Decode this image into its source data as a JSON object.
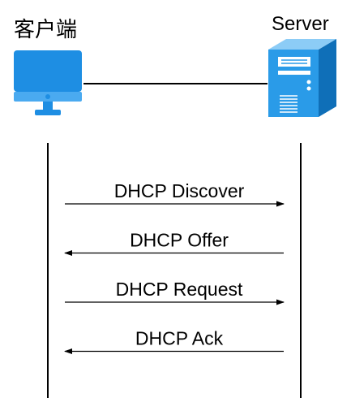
{
  "participants": {
    "client": {
      "label": "客户端",
      "icon": "monitor-icon"
    },
    "server": {
      "label": "Server",
      "icon": "server-tower-icon"
    }
  },
  "messages": [
    {
      "label": "DHCP Discover",
      "direction": "client-to-server"
    },
    {
      "label": "DHCP Offer",
      "direction": "server-to-client"
    },
    {
      "label": "DHCP Request",
      "direction": "client-to-server"
    },
    {
      "label": "DHCP Ack",
      "direction": "server-to-client"
    }
  ],
  "colors": {
    "monitor": "#1e8ee3",
    "monitor_light": "#4aaaf0",
    "server_front": "#2a9be8",
    "server_side": "#0f6fb8",
    "server_top": "#8cccf6",
    "line": "#000000"
  }
}
